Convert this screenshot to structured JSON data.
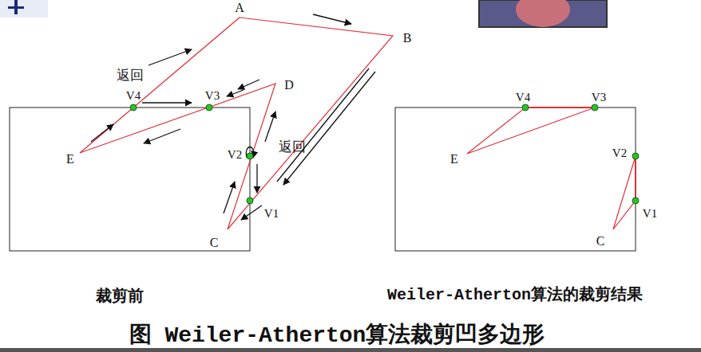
{
  "diagram": {
    "caption": "图 Weiler-Atherton算法裁剪凹多边形",
    "labels": [
      "A",
      "B",
      "D",
      "返回",
      "V4",
      "V3",
      "E",
      "V2",
      "返回",
      "C",
      "V1",
      "V4",
      "V3",
      "E",
      "V2",
      "V1",
      "C",
      "裁剪前",
      "Weiler-Atherton算法的裁剪结果"
    ]
  }
}
